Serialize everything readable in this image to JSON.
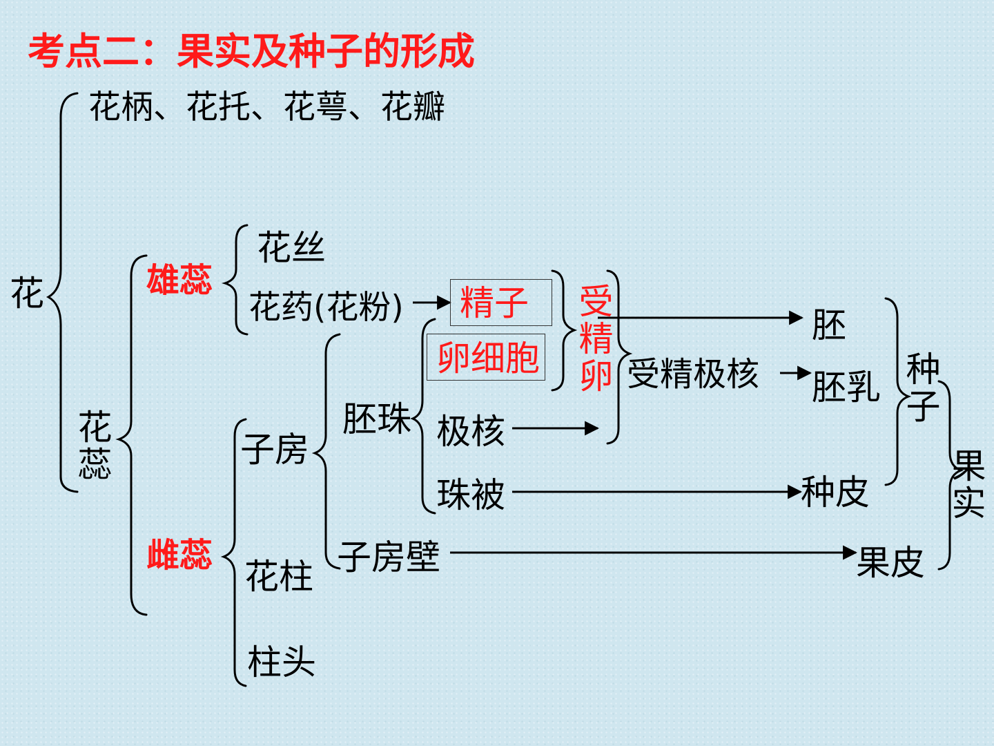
{
  "title": "考点二：果实及种子的形成",
  "nodes": {
    "flower": "花",
    "flower_parts": "花柄、花托、花萼、花瓣",
    "pistil_stamen": "花蕊",
    "stamen": "雄蕊",
    "pistil": "雌蕊",
    "filament": "花丝",
    "anther": "花药(花粉)",
    "sperm": "精子",
    "egg_cell": "卵细胞",
    "fertilized_egg": "受精卵",
    "fertilized_polar": "受精极核",
    "ovule": "胚珠",
    "polar_nuclei": "极核",
    "integument": "珠被",
    "ovary": "子房",
    "ovary_wall": "子房壁",
    "style": "花柱",
    "stigma": "柱头",
    "embryo": "胚",
    "endosperm": "胚乳",
    "seed_coat": "种皮",
    "pericarp": "果皮",
    "seed": "种子",
    "fruit": "果实"
  },
  "colors": {
    "highlight": "#ff1a1a",
    "text": "#000000",
    "background": "#cfe6ef"
  }
}
